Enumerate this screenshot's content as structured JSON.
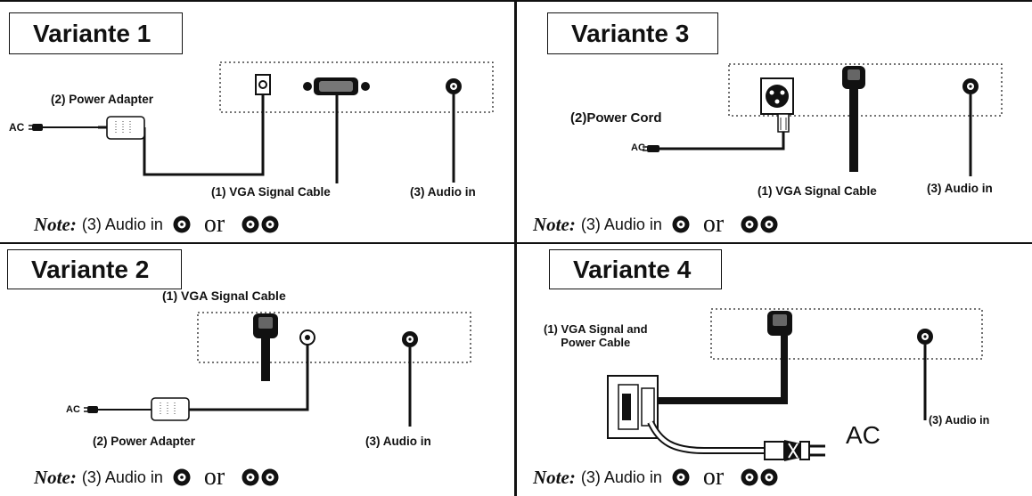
{
  "panels": {
    "v1": {
      "title": "Variante 1",
      "power": "(2) Power Adapter",
      "ac": "AC",
      "vga": "(1) VGA  Signal  Cable",
      "audio": "(3) Audio in"
    },
    "v2": {
      "title": "Variante 2",
      "power": "(2) Power  Adapter",
      "ac": "AC",
      "vga": "(1) VGA  Signal  Cable",
      "audio": "(3) Audio in"
    },
    "v3": {
      "title": "Variante 3",
      "power": "(2)Power Cord",
      "ac": "AC",
      "vga": "(1) VGA  Signal  Cable",
      "audio": "(3) Audio in"
    },
    "v4": {
      "title": "Variante 4",
      "vga_line1": "(1) VGA  Signal and",
      "vga_line2": "Power Cable",
      "ac_big": "AC",
      "audio": "(3) Audio in"
    }
  },
  "note": {
    "word": "Note:",
    "text": "(3) Audio in",
    "or": "or"
  }
}
